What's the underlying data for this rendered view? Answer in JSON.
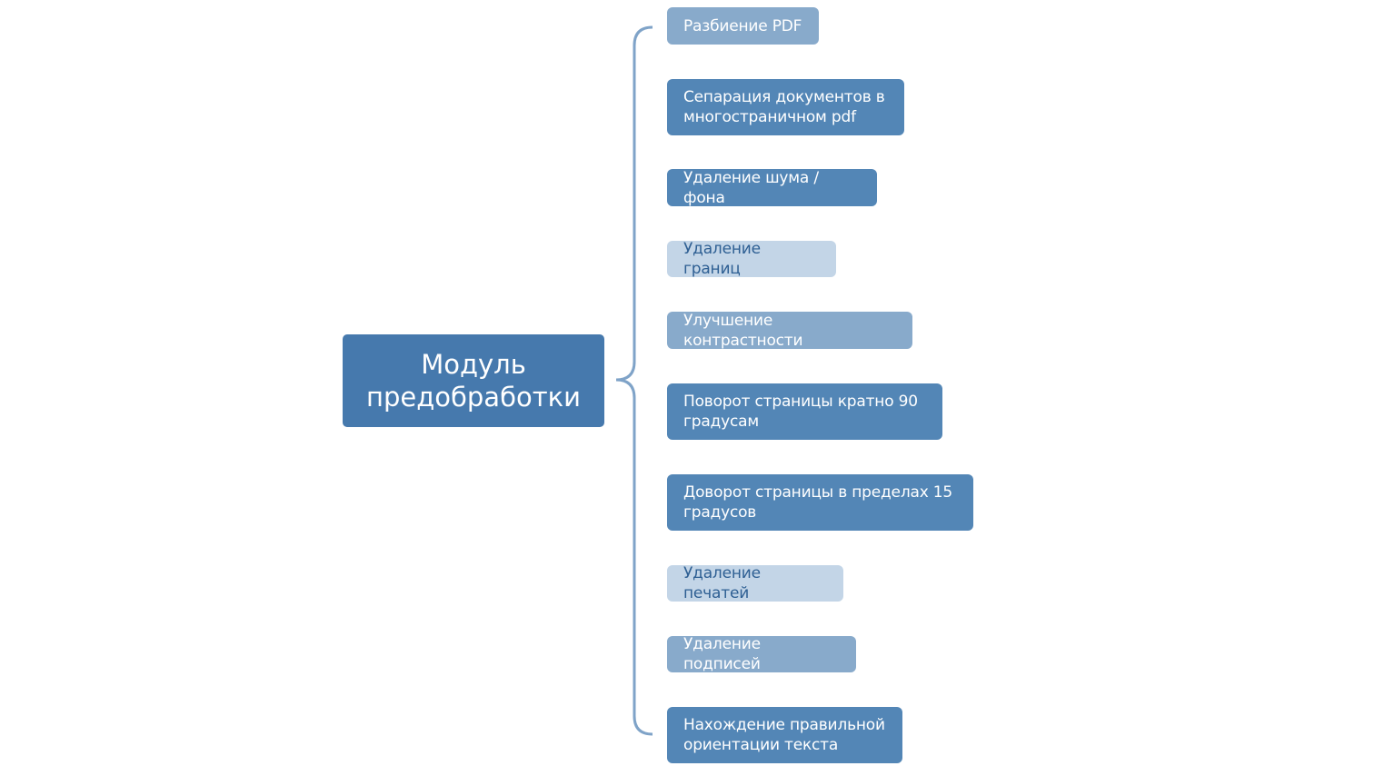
{
  "root": {
    "label": "Модуль предобработки"
  },
  "colors": {
    "root": "#4679ad",
    "mid": "#88aacb",
    "dark": "#5386b6",
    "light": "#c3d5e7",
    "light_text": "#2e5f93",
    "bracket": "#7fa3c8"
  },
  "items": [
    {
      "label": "Разбиение PDF",
      "style": "mid"
    },
    {
      "label": "Сепарация документов в многостраничном pdf",
      "style": "dark"
    },
    {
      "label": "Удаление шума / фона",
      "style": "dark"
    },
    {
      "label": "Удаление границ",
      "style": "light"
    },
    {
      "label": "Улучшение контрастности",
      "style": "mid"
    },
    {
      "label": "Поворот страницы кратно 90 градусам",
      "style": "dark"
    },
    {
      "label": "Доворот страницы в пределах 15 градусов",
      "style": "dark"
    },
    {
      "label": "Удаление печатей",
      "style": "light"
    },
    {
      "label": "Удаление подписей",
      "style": "mid"
    },
    {
      "label": "Нахождение правильной ориентации текста",
      "style": "dark"
    }
  ]
}
